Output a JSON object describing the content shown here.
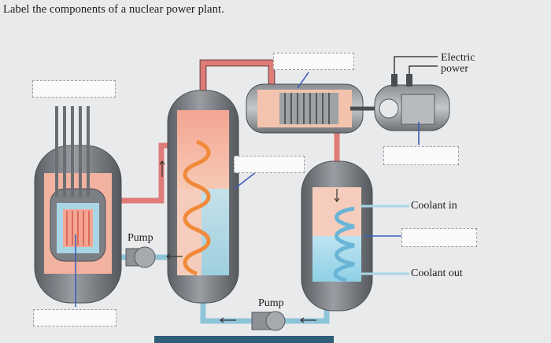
{
  "title": "Label the components of a nuclear power plant.",
  "labels": {
    "electric_power": "Electric power",
    "coolant_in": "Coolant in",
    "coolant_out": "Coolant out",
    "pump_left": "Pump",
    "pump_bottom": "Pump"
  },
  "drop_targets": [
    "",
    "",
    "",
    "",
    "",
    ""
  ],
  "colors": {
    "hot_pipe": "#e07c78",
    "cold_pipe": "#8ec4d8",
    "vessel": "#6f7378",
    "core_hot": "#f2b2a0",
    "water": "#8fd0e6",
    "leader": "#3b5fb8"
  }
}
